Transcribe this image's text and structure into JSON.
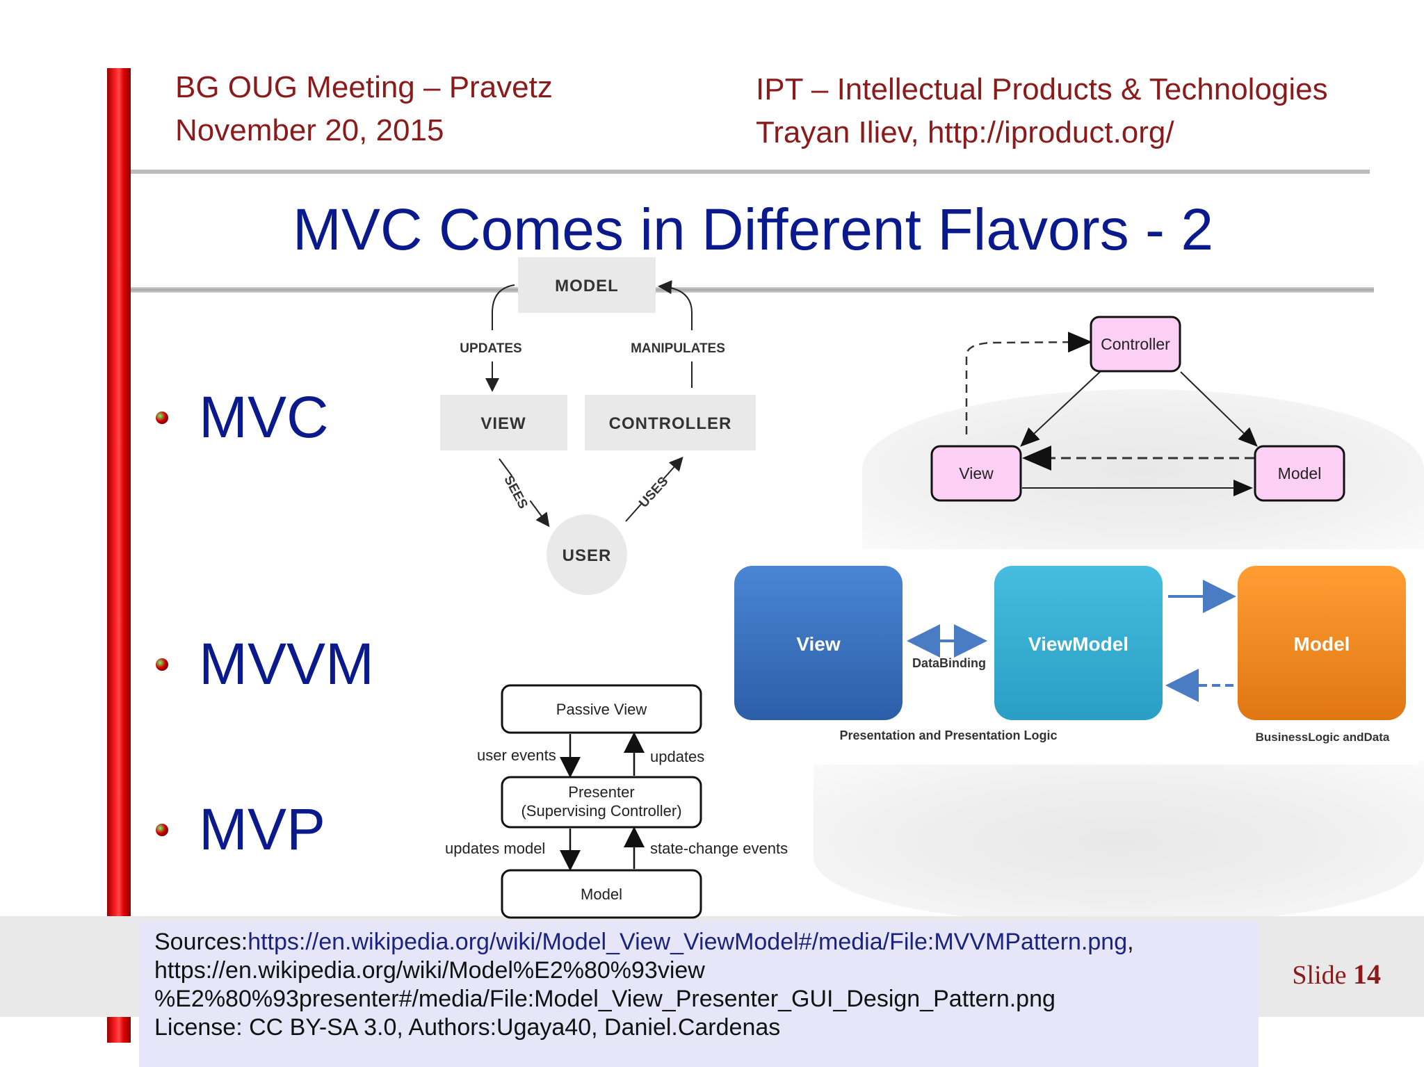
{
  "header": {
    "left_line1": "BG OUG Meeting – Pravetz",
    "left_line2": "November 20, 2015",
    "right_line1": "IPT – Intellectual Products & Technologies",
    "right_line2": "Trayan Iliev, http://iproduct.org/"
  },
  "title": "MVC Comes in Different Flavors - 2",
  "bullets": [
    "MVC",
    "MVVM",
    "MVP"
  ],
  "mvc_diagram": {
    "model": "MODEL",
    "view": "VIEW",
    "controller": "CONTROLLER",
    "user": "USER",
    "updates": "UPDATES",
    "manipulates": "MANIPULATES",
    "sees": "SEES",
    "uses": "USES"
  },
  "mvc_triangle": {
    "controller": "Controller",
    "view": "View",
    "model": "Model"
  },
  "mvvm_diagram": {
    "view": "View",
    "viewmodel": "ViewModel",
    "model": "Model",
    "databinding": "DataBinding",
    "presentation_caption": "Presentation and Presentation Logic",
    "business_caption": "BusinessLogic andData"
  },
  "mvp_diagram": {
    "passive_view": "Passive View",
    "presenter_line1": "Presenter",
    "presenter_line2": "(Supervising Controller)",
    "model": "Model",
    "user_events": "user events",
    "updates": "updates",
    "updates_model": "updates model",
    "state_change": "state-change events"
  },
  "sources": {
    "label": "Sources:",
    "link1": "https://en.wikipedia.org/wiki/Model_View_ViewModel#/media/File:MVVMPattern.png",
    "link1_suffix": ",",
    "line2": "https://en.wikipedia.org/wiki/Model%E2%80%93view",
    "line3": "%E2%80%93presenter#/media/File:Model_View_Presenter_GUI_Design_Pattern.png",
    "line4": "License: CC BY-SA 3.0, Authors:Ugaya40, Daniel.Cardenas"
  },
  "slide": {
    "label": "Slide",
    "number": "14"
  },
  "colors": {
    "accent_red": "#8b1a1a",
    "title_blue": "#0a1a8c",
    "view_blue": "#3d73c0",
    "viewmodel_cyan": "#36b0d6",
    "model_orange": "#f08a1c",
    "triangle_pink": "#fcd0f4"
  }
}
